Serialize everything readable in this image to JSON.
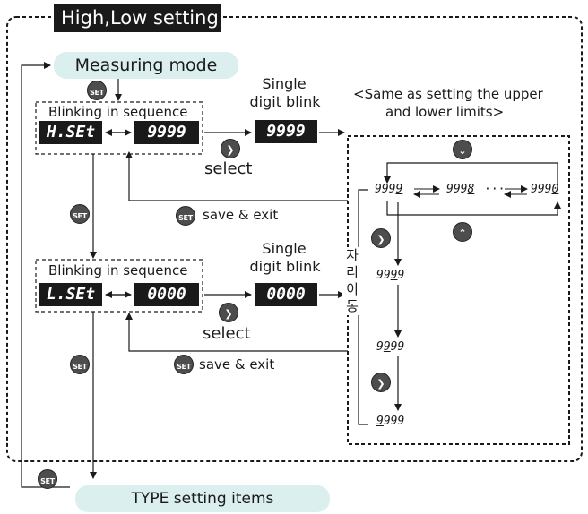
{
  "title": "High,Low setting",
  "measuring_mode": "Measuring mode",
  "type_setting_items": "TYPE setting items",
  "set_label": "SET",
  "high": {
    "blink_caption": "Blinking in sequence",
    "display_left": "H.SEt",
    "display_right": "9999",
    "single_blink_line1": "Single",
    "single_blink_line2": "digit blink",
    "single_display": "9999",
    "select_label": "select",
    "save_exit": "save & exit"
  },
  "low": {
    "blink_caption": "Blinking in sequence",
    "display_left": "L.SEt",
    "display_right": "0000",
    "single_blink_line1": "Single",
    "single_blink_line2": "digit blink",
    "single_display": "0000",
    "select_label": "select",
    "save_exit": "save & exit"
  },
  "note_line1": "<Same as setting the upper",
  "note_line2": "and lower limits>",
  "digit_move_korean": [
    "자",
    "리",
    "이",
    "동"
  ],
  "cycle": {
    "v1_prefix": "999",
    "v1_ul": "9",
    "v2_prefix": "999",
    "v2_ul": "8",
    "ellipsis": "···",
    "v3_prefix": "999",
    "v3_ul": "0"
  },
  "column": [
    {
      "pre": "99",
      "ul": "9",
      "post": "9"
    },
    {
      "pre": "9",
      "ul": "9",
      "post": "99"
    },
    {
      "pre": "",
      "ul": "9",
      "post": "999"
    }
  ],
  "icons": {
    "down": "chevron-down",
    "up": "chevron-up",
    "right": "chevron-right"
  },
  "colors": {
    "pill": "#dcefef",
    "dark": "#1a1a1a",
    "button": "#4d4d4d"
  }
}
